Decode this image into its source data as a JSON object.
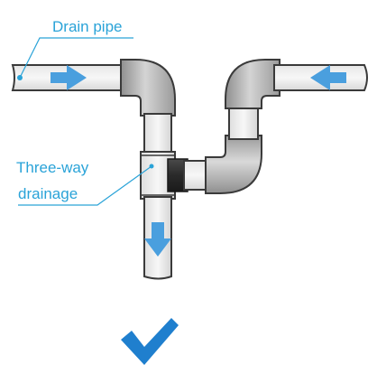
{
  "labels": {
    "drain_pipe": "Drain pipe",
    "three_way_line1": "Three-way",
    "three_way_line2": "drainage"
  },
  "colors": {
    "label": "#2aa3d8",
    "arrow": "#4a9fde",
    "pipe_outline": "#3a3a3a",
    "pipe_fill": "#eeeeee",
    "elbow_fill": "#b5b5b5",
    "coupling_fill": "#2e2e2e",
    "checkmark": "#1f7fce"
  },
  "icons": {
    "flow_arrows": [
      "arrow-right-icon",
      "arrow-left-icon",
      "arrow-down-icon"
    ],
    "check": "checkmark-icon"
  }
}
